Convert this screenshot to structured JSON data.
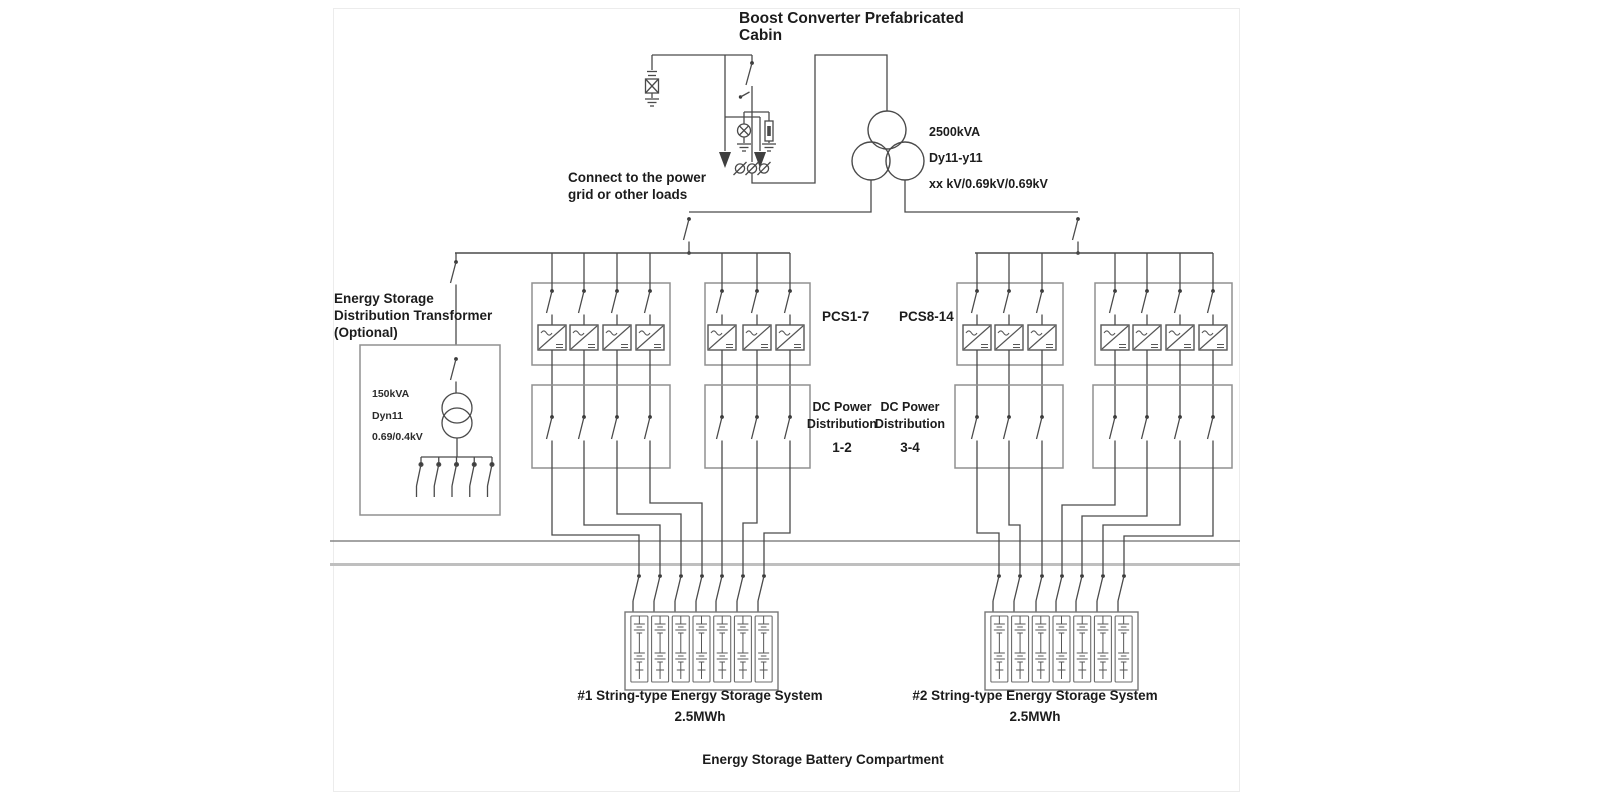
{
  "page": {
    "background": "#ffffff",
    "wire_color": "#4a4a4a",
    "box_color": "#909090",
    "text_color": "#1c1c1c"
  },
  "diagram": {
    "title": {
      "line1": "Boost Converter Prefabricated",
      "line2": "Cabin"
    },
    "boost_transformer": {
      "rating": "2500kVA",
      "vector_group": "Dy11-y11",
      "voltages": "xx kV/0.69kV/0.69kV"
    },
    "grid_note": {
      "line1": "Connect to the power",
      "line2": "grid or other loads"
    },
    "distribution_transformer": {
      "title_line1": "Energy Storage",
      "title_line2": "Distribution Transformer",
      "title_line3": "(Optional)",
      "rating": "150kVA",
      "vector_group": "Dyn11",
      "voltages": "0.69/0.4kV",
      "feeder_count": 5
    },
    "pcs": {
      "group_label_left": "PCS1-7",
      "group_label_right": "PCS8-14",
      "groups": [
        {
          "converters": 4
        },
        {
          "converters": 3
        },
        {
          "converters": 3
        },
        {
          "converters": 4
        }
      ]
    },
    "dc_distribution": {
      "left": {
        "line1": "DC Power",
        "line2": "Distribution",
        "range": "1-2"
      },
      "right": {
        "line1": "DC Power",
        "line2": "Distribution",
        "range": "3-4"
      }
    },
    "battery_systems": [
      {
        "name": "#1 String-type Energy Storage System",
        "capacity": "2.5MWh",
        "strings": 7
      },
      {
        "name": "#2 String-type Energy Storage System",
        "capacity": "2.5MWh",
        "strings": 7
      }
    ],
    "compartment_label": "Energy Storage Battery Compartment"
  }
}
